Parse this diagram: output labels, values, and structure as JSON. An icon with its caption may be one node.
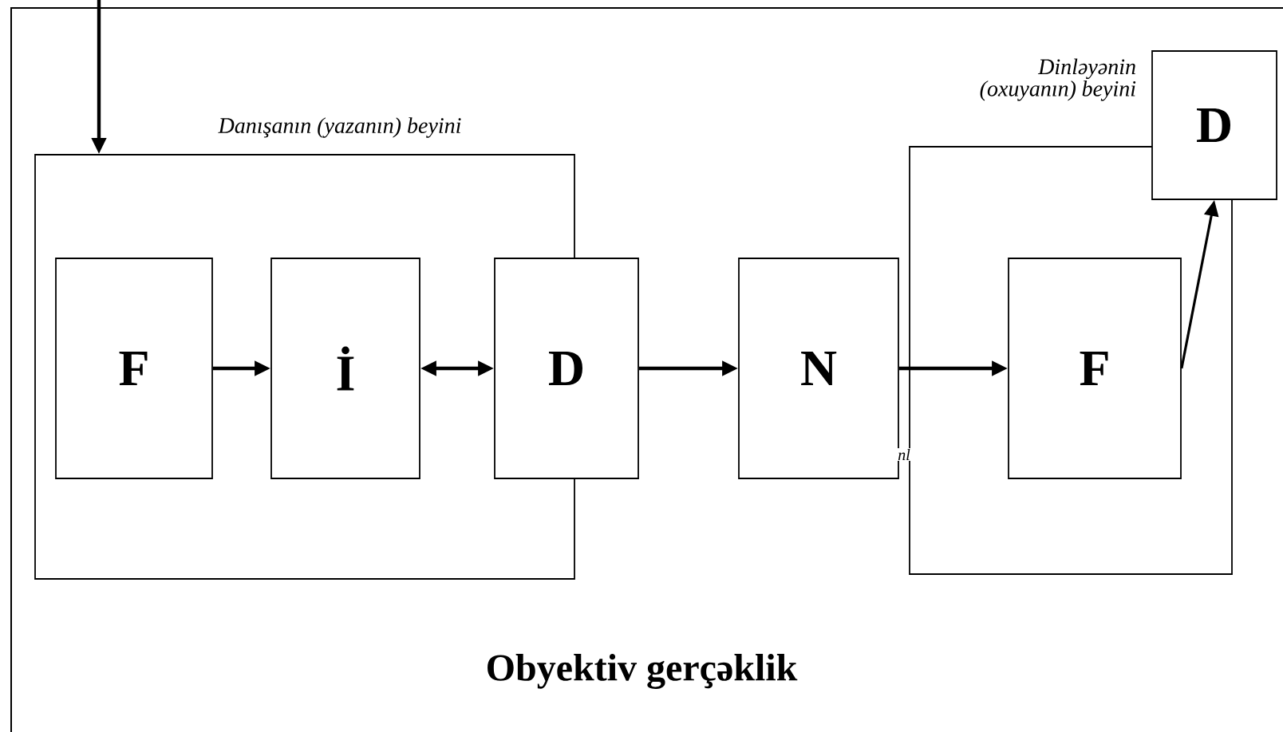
{
  "diagram": {
    "nodes": [
      {
        "text": [
          "Obyektiv gerçəklik"
        ]
      },
      {
        "text": [
          "Danışanın (yazanın) beyini"
        ],
        "in": 0
      },
      {
        "text": [
          "F"
        ],
        "in": 1
      },
      {
        "text": [
          "İ"
        ],
        "in": 1
      },
      {
        "text": [
          "D"
        ],
        "in": 0
      },
      {
        "text": [
          "N"
        ],
        "in": 0
      },
      {
        "text": [
          "Dinləyənin (oxuyanın) beyini"
        ],
        "in": 0
      },
      {
        "text": [
          "F"
        ],
        "in": 6
      },
      {
        "text": [
          "D"
        ],
        "in": 0
      }
    ],
    "edges": [
      {
        "from": null,
        "to": 1,
        "arrow": "to"
      },
      {
        "from": 2,
        "to": 3,
        "arrow": "to"
      },
      {
        "from": 3,
        "to": 4,
        "arrow": "both"
      },
      {
        "from": 4,
        "to": 5,
        "arrow": "to"
      },
      {
        "from": 5,
        "to": 7,
        "arrow": "to"
      },
      {
        "from": 7,
        "to": 8,
        "arrow": "to"
      }
    ],
    "labels": [
      "nl"
    ]
  }
}
